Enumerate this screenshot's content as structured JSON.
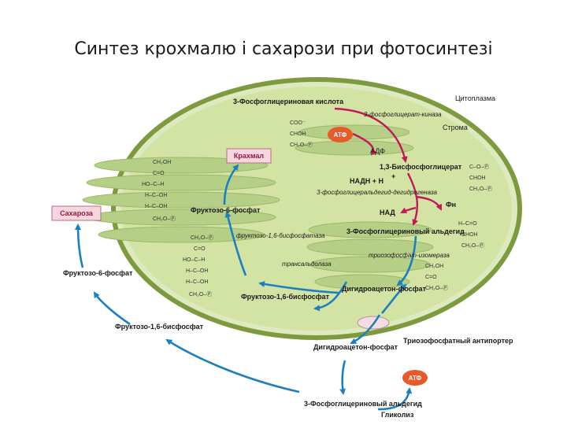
{
  "title": "Синтез крохмалю і сахарози при фотосинтезі",
  "colors": {
    "cytoplasm_fill": "#d7e4b0",
    "stroma_fill": "#c4d69a",
    "thylakoid_fill": "#a8c47a",
    "membrane": "#7d9a3e",
    "blue_arrow": "#1e7fbf",
    "magenta_arrow": "#c2185b",
    "atp_badge": "#e85a2a",
    "label_box_fill": "#f6d7df",
    "label_box_border": "#c36a82"
  },
  "labels": {
    "cytoplasm": "Цитоплазма",
    "stroma": "Строма",
    "pga": "3-Фосфоглицериновая кислота",
    "pga_kinase": "3-фосфоглицерат-киназа",
    "atp": "АТФ",
    "adp": "АДФ",
    "bpg": "1,3-Бисфосфоглицерат",
    "nadh": "НАДН + Н",
    "plus": "+",
    "gapdh": "3-фосфоглицеральдегид-дегидрогеназа",
    "nad": "НАД",
    "pi": "Фн",
    "gap": "3-Фосфоглицериновый альдегид",
    "tpi": "триозофосфат-изомераза",
    "aldolase": "транcальдолаза",
    "dhap": "Дигидроацетон-фосфат",
    "f16bp": "Фруктозо-1,6-бисфосфат",
    "f16bpase": "фруктозо-1,6-бисфосфатаза",
    "f6p": "Фруктозо-6-фосфат",
    "starch": "Крахмал",
    "sucrose": "Сахароза",
    "f6p_cyto": "Фруктозо-6-фосфат",
    "f16bp_cyto": "Фруктозо-1,6-бисфосфат",
    "dhap_cyto": "Дигидроацетон-фосфат",
    "antiporter": "Триозофосфатный антипортер",
    "gap_cyto": "3-Фосфоглицериновый альдегид",
    "glycolysis": "Гликолиз",
    "atp_cyto": "АТФ"
  }
}
